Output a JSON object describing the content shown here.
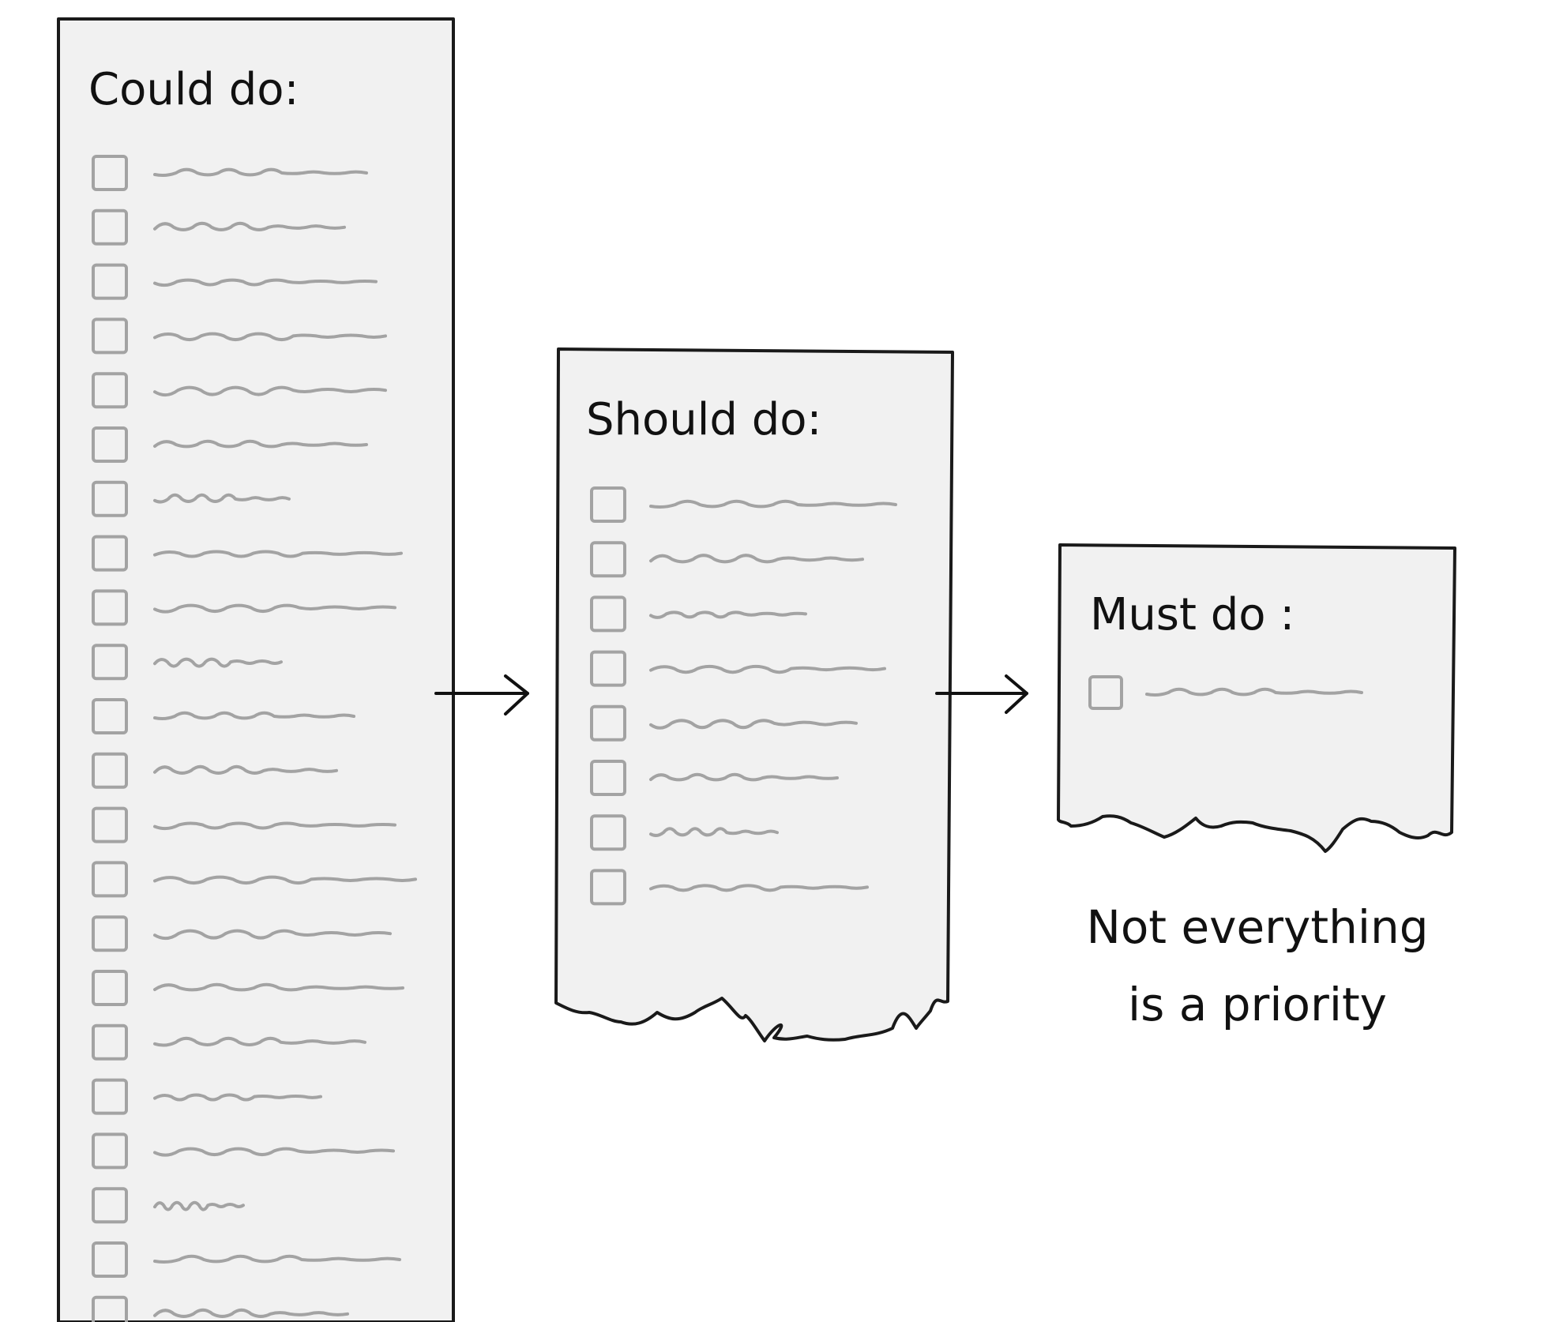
{
  "lists": [
    {
      "id": "could",
      "title": "Could do:",
      "item_count": 22
    },
    {
      "id": "should",
      "title": "Should do:",
      "item_count": 8
    },
    {
      "id": "must",
      "title": "Must do :",
      "item_count": 1
    }
  ],
  "caption": {
    "line1": "Not everything",
    "line2": "is a priority"
  },
  "colors": {
    "paper": "#f1f1f1",
    "outline": "#1a1a1a",
    "placeholder": "#a3a3a3",
    "text": "#111111"
  }
}
